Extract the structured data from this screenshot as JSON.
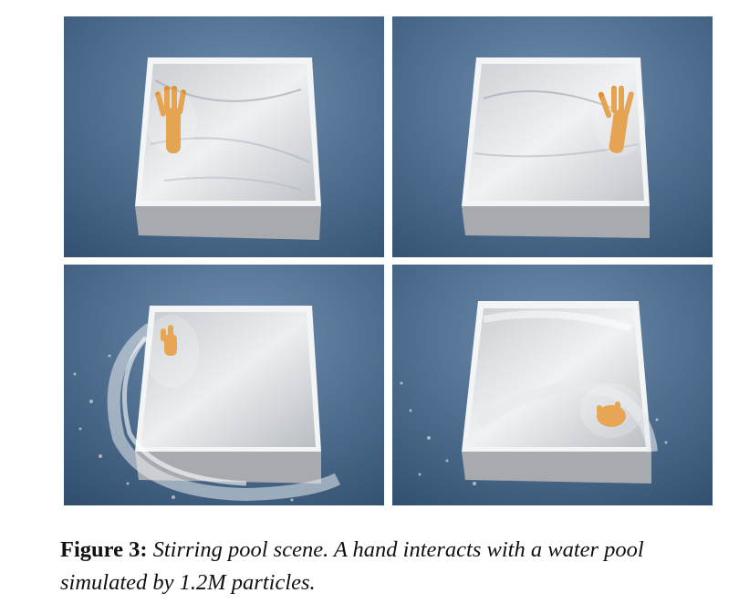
{
  "figure": {
    "label": "Figure 3:",
    "caption": "Stirring pool scene. A hand interacts with a water pool simulated by 1.2M particles."
  },
  "panels": [
    {
      "id": "tl",
      "content": "hand-entering-pool"
    },
    {
      "id": "tr",
      "content": "hand-stirring-pool"
    },
    {
      "id": "bl",
      "content": "wave-splashing-out"
    },
    {
      "id": "br",
      "content": "wave-crest-with-hand"
    }
  ],
  "colors": {
    "background_blue": "#4e6f92",
    "pool_white": "#d9dcdf",
    "hand_orange": "#e0902c"
  }
}
